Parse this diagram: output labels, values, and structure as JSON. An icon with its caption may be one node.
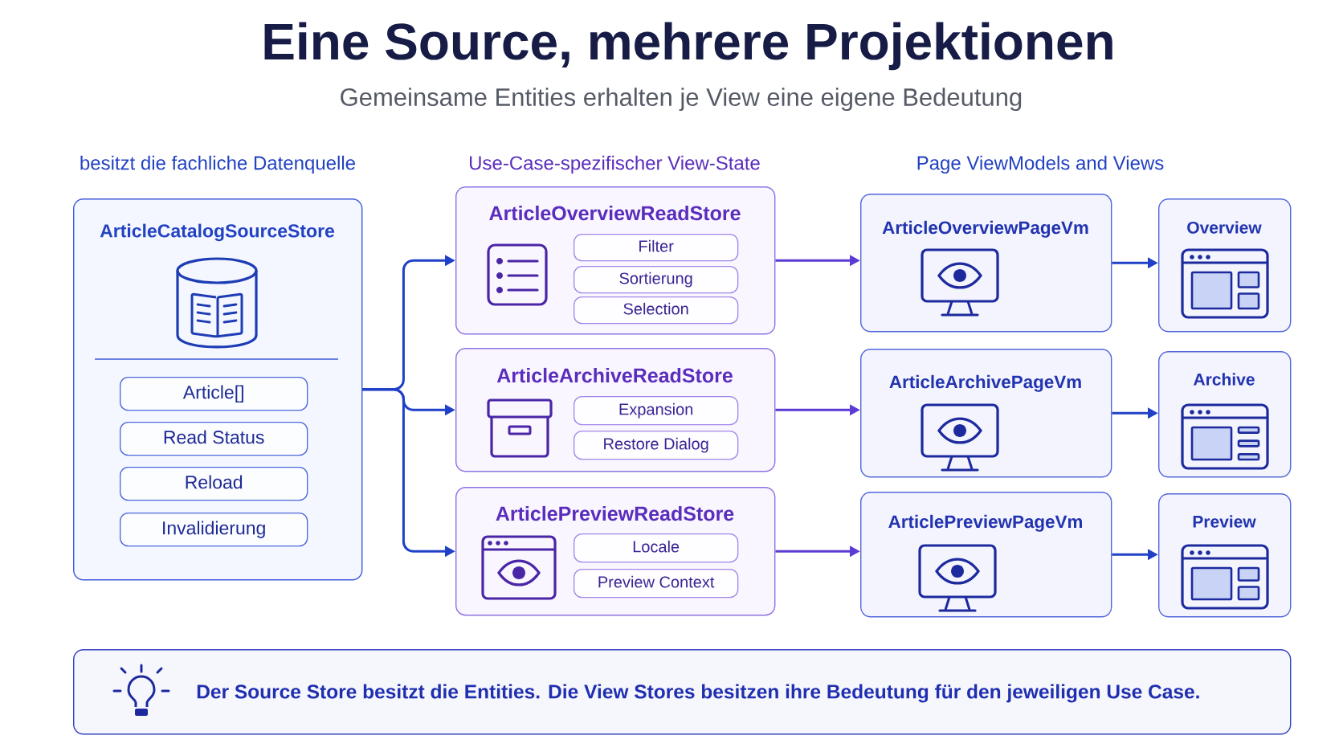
{
  "diagram": {
    "title": "Eine Source, mehrere Projektionen",
    "nodes": [
      {
        "text": [
          "ArticleCatalogSourceStore"
        ]
      },
      {
        "text": [
          "Article[]"
        ],
        "in": 0
      },
      {
        "text": [
          "Read Status"
        ],
        "in": 0
      },
      {
        "text": [
          "Reload"
        ],
        "in": 0
      },
      {
        "text": [
          "Invalidierung"
        ],
        "in": 0
      },
      {
        "text": [
          "ArticleOverviewReadStore"
        ]
      },
      {
        "text": [
          "Filter"
        ],
        "in": 5
      },
      {
        "text": [
          "Sortierung"
        ],
        "in": 5
      },
      {
        "text": [
          "Selection"
        ],
        "in": 5
      },
      {
        "text": [
          "ArticleArchiveReadStore"
        ]
      },
      {
        "text": [
          "Expansion"
        ],
        "in": 9
      },
      {
        "text": [
          "Restore Dialog"
        ],
        "in": 9
      },
      {
        "text": [
          "ArticlePreviewReadStore"
        ]
      },
      {
        "text": [
          "Locale"
        ],
        "in": 12
      },
      {
        "text": [
          "Preview Context"
        ],
        "in": 12
      },
      {
        "text": [
          "ArticleOverviewPageVm"
        ]
      },
      {
        "text": [
          "ArticleArchivePageVm"
        ]
      },
      {
        "text": [
          "ArticlePreviewPageVm"
        ]
      },
      {
        "text": [
          "Overview"
        ]
      },
      {
        "text": [
          "Archive"
        ]
      },
      {
        "text": [
          "Preview"
        ]
      },
      {
        "text": [
          "Der Source Store besitzt die Entities. Die View Stores besitzen ihre Bedeutung für den jeweiligen Use Case."
        ]
      }
    ],
    "edges": [
      {
        "from": 0,
        "to": 5,
        "arrow": "to"
      },
      {
        "from": 0,
        "to": 9,
        "arrow": "to"
      },
      {
        "from": 0,
        "to": 12,
        "arrow": "to"
      },
      {
        "from": 5,
        "to": 15,
        "arrow": "to",
        "color": "#5b3bd3"
      },
      {
        "from": 9,
        "to": 16,
        "arrow": "to",
        "color": "#5b3bd3"
      },
      {
        "from": 12,
        "to": 17,
        "arrow": "to",
        "color": "#5b3bd3"
      },
      {
        "from": 15,
        "to": 18,
        "arrow": "to"
      },
      {
        "from": 16,
        "to": 19,
        "arrow": "to"
      },
      {
        "from": 17,
        "to": 20,
        "arrow": "to"
      }
    ],
    "labels": [
      "Gemeinsame Entities erhalten je View eine eigene Bedeutung",
      "besitzt die fachliche Datenquelle",
      "Use-Case-spezifischer View-State",
      "Page ViewModels and Views"
    ]
  }
}
